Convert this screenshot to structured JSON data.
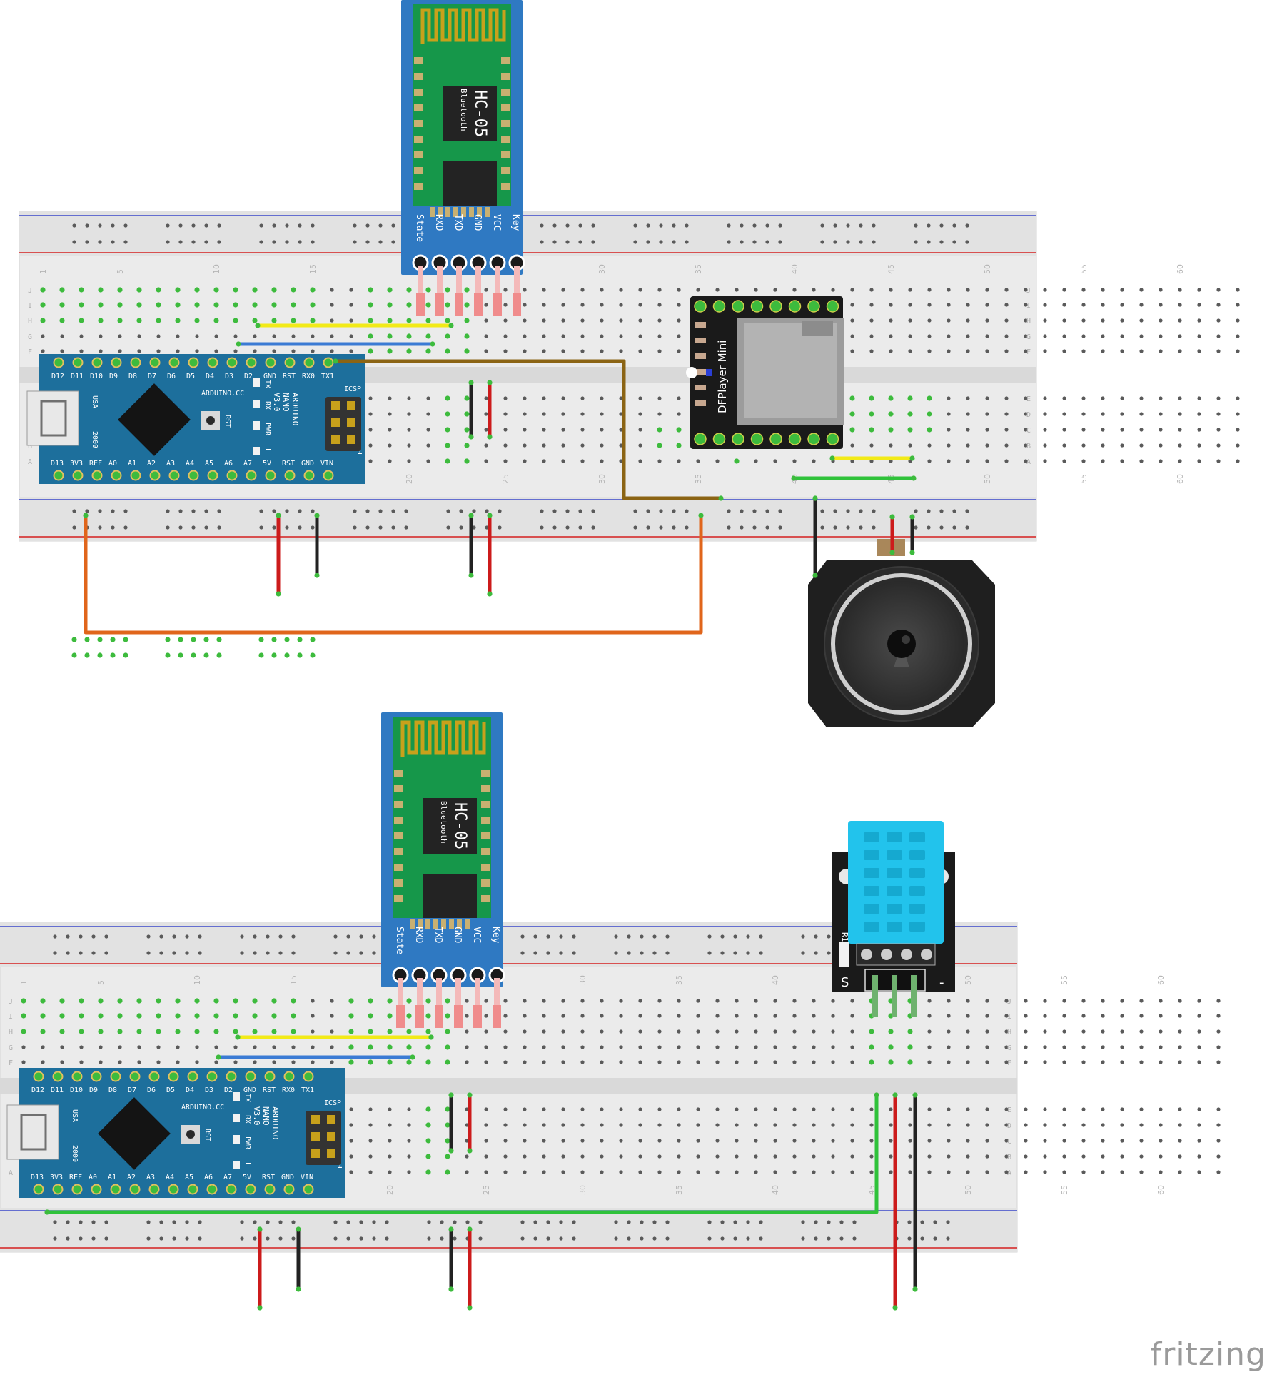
{
  "watermark": "fritzing",
  "breadboard": {
    "column_numbers": [
      "1",
      "5",
      "10",
      "15",
      "20",
      "25",
      "30",
      "35",
      "40",
      "45",
      "50",
      "55",
      "60"
    ],
    "top_rows": [
      "J",
      "I",
      "H",
      "G",
      "F"
    ],
    "bottom_rows": [
      "E",
      "D",
      "C",
      "B",
      "A"
    ]
  },
  "hc05": {
    "model": "HC-05",
    "subtitle": "Bluetooth",
    "pins": [
      "State",
      "RXD",
      "TXD",
      "GND",
      "VCC",
      "Key"
    ]
  },
  "nano": {
    "brand": "ARDUINO.CC",
    "model_lines": [
      "ARDUINO",
      "NANO",
      "V3.0"
    ],
    "country": "USA",
    "year": "2009",
    "top_pins": [
      "D12",
      "D11",
      "D10",
      "D9",
      "D8",
      "D7",
      "D6",
      "D5",
      "D4",
      "D3",
      "D2",
      "GND",
      "RST",
      "RX0",
      "TX1"
    ],
    "bottom_pins": [
      "D13",
      "3V3",
      "REF",
      "A0",
      "A1",
      "A2",
      "A3",
      "A4",
      "A5",
      "A6",
      "A7",
      "5V",
      "RST",
      "GND",
      "VIN"
    ],
    "leds": [
      "TX",
      "RX",
      "PWR",
      "L"
    ],
    "rst_label": "RST",
    "icsp_label": "ICSP",
    "pin1_marker": "1"
  },
  "dfplayer": {
    "label": "DFPlayer Mini"
  },
  "dht_module": {
    "resistor_label": "R1",
    "signal_label": "S",
    "minus_label": "-"
  },
  "wire_colors": {
    "yellow": "#f2ea17",
    "blue": "#3b7bd4",
    "brown": "#8b6414",
    "orange": "#e0651b",
    "green": "#2fc23a",
    "black": "#222222",
    "red": "#cc1b1b",
    "rail_blue": "#3a47c9",
    "rail_red": "#d42020"
  }
}
